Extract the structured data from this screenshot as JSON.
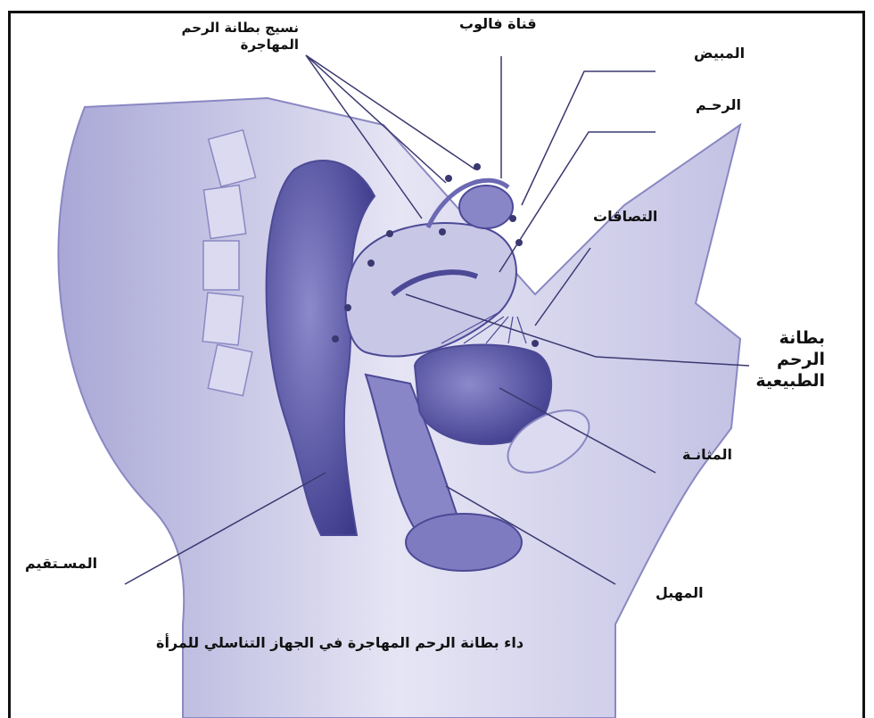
{
  "labels": {
    "ectopic_tissue": "نسيج بطانة الرحم المهاجرة",
    "fallopian_tube": "قناة فالوب",
    "ovary": "المبيض",
    "uterus": "الرحـم",
    "adhesions": "التصاقات",
    "normal_endometrium": "بطانة الرحم الطبيعية",
    "bladder": "المثانـة",
    "rectum": "المسـتقيم",
    "vagina": "المهبل"
  },
  "caption": "داء بطانة الرحم المهاجرة في الجهاز التناسلي للمرأة",
  "colors": {
    "organ": "#6b68b4",
    "organ_light": "#c9c7e6",
    "line": "#3a3870",
    "label": "#111111"
  }
}
